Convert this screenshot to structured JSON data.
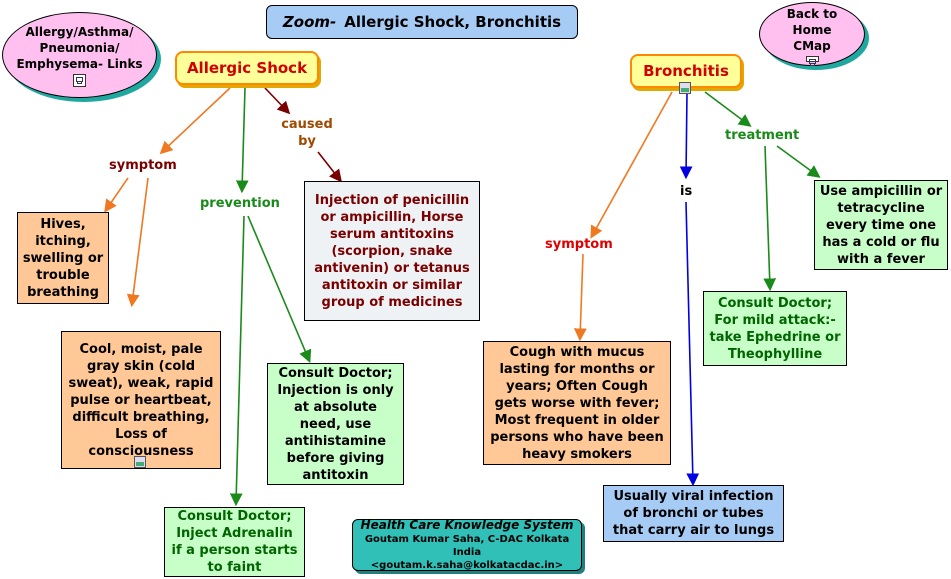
{
  "title": {
    "prefix": "Zoom-",
    "text": "Allergic Shock, Bronchitis"
  },
  "links": {
    "allergy_links": "Allergy/Asthma/ Pneumonia/ Emphysema- Links",
    "back_home": "Back to Home CMap"
  },
  "allergic_shock": {
    "label": "Allergic Shock",
    "symptom_label": "symptom",
    "prevention_label": "prevention",
    "caused_by_label": "caused by",
    "hives": "Hives, itching, swelling or trouble breathing",
    "cool_skin": "Cool, moist, pale gray skin (cold sweat), weak, rapid pulse or heartbeat, difficult breathing, Loss of consciousness",
    "injection": "Injection of penicillin or ampicillin, Horse serum antitoxins (scorpion, snake antivenin) or tetanus antitoxin or similar group of medicines",
    "consult_injection": "Consult Doctor; Injection is only at absolute need, use antihistamine before giving antitoxin",
    "consult_adrenalin": "Consult Doctor; Inject Adrenalin if a person starts to faint"
  },
  "bronchitis": {
    "label": "Bronchitis",
    "symptom_label": "symptom",
    "is_label": "is",
    "treatment_label": "treatment",
    "cough": "Cough with mucus lasting for months or years; Often Cough gets worse with fever; Most frequent in older persons who have been heavy smokers",
    "viral": "Usually viral infection of bronchi or tubes that carry air to lungs",
    "ampicillin": "Use ampicillin or tetracycline every time one has a cold or flu with a fever",
    "consult_mild": "Consult Doctor; For mild attack:- take Ephedrine or Theophylline"
  },
  "footer": {
    "system": "Health Care Knowledge System",
    "author": "Goutam Kumar Saha, C-DAC Kolkata India",
    "email": "<goutam.k.saha@kolkatacdac.in>"
  },
  "colors": {
    "orange_link": "#f07820",
    "green_link": "#1a8a1a",
    "darkred_link": "#7a0000",
    "blue_link": "#0000e0"
  }
}
